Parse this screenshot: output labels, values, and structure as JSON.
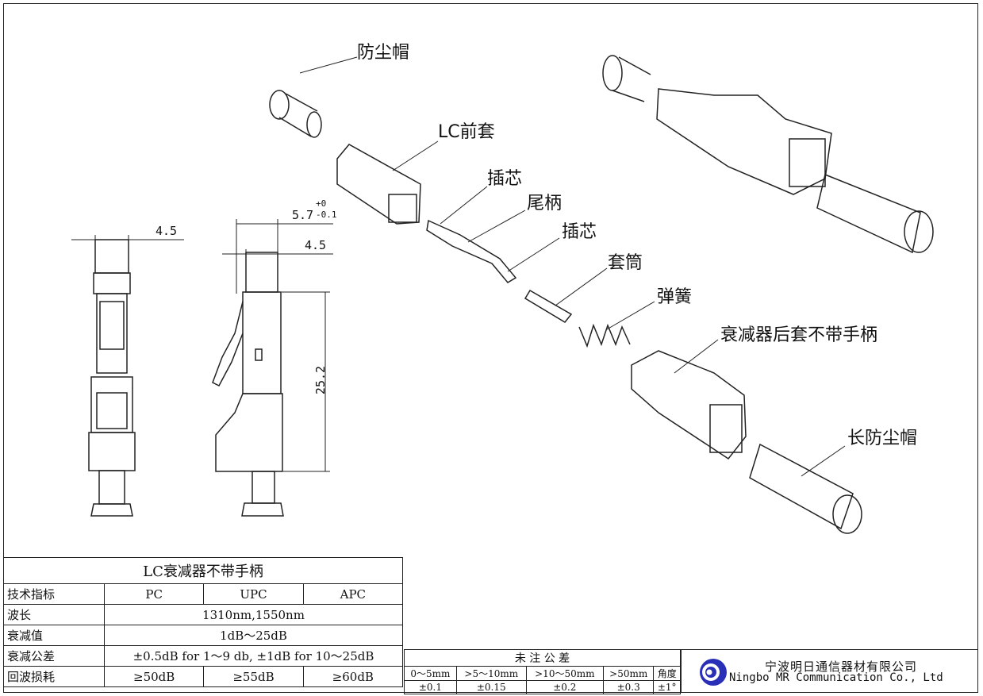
{
  "labels": {
    "dust_cap": "防尘帽",
    "lc_front": "LC前套",
    "ferrule1": "插芯",
    "tail": "尾柄",
    "ferrule2": "插芯",
    "sleeve": "套筒",
    "spring": "弹簧",
    "rear_housing": "衰减器后套不带手柄",
    "long_dust_cap": "长防尘帽"
  },
  "dimensions": {
    "front_width": "4.5",
    "side_width": "5.7",
    "side_tol_plus": "+0",
    "side_tol_minus": "-0.1",
    "side_inner": "4.5",
    "length": "25.2"
  },
  "spec_table": {
    "title": "LC衰减器不带手柄",
    "header": [
      "技术指标",
      "PC",
      "UPC",
      "APC"
    ],
    "wavelength": [
      "波长",
      "1310nm,1550nm"
    ],
    "attenuation": [
      "衰减值",
      "1dB～25dB"
    ],
    "tolerance": [
      "衰减公差",
      "±0.5dB for 1～9 db, ±1dB for 10～25dB"
    ],
    "return_loss": [
      "回波损耗",
      "≥50dB",
      "≥55dB",
      "≥60dB"
    ]
  },
  "tolerance_table": {
    "title": "未 注 公 差",
    "ranges": [
      "0～5mm",
      ">5～10mm",
      ">10～50mm",
      ">50mm",
      "角度"
    ],
    "values": [
      "±0.1",
      "±0.15",
      "±0.2",
      "±0.3",
      "±1°"
    ]
  },
  "company": {
    "name_cn": "宁波明日通信器材有限公司",
    "name_en": "Ningbo MR Communication Co., Ltd",
    "logo_color": "#2a2fb8"
  }
}
